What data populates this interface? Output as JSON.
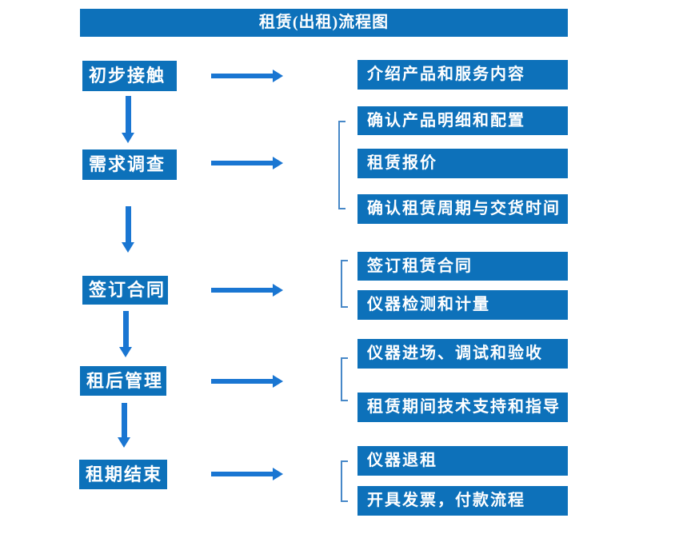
{
  "title": "租赁(出租)流程图",
  "colors": {
    "box_blue": "#0d71ba",
    "arrow_blue": "#1a76d2",
    "bracket_blue": "#4788c8",
    "text_white": "#ffffff",
    "background": "#ffffff"
  },
  "flow": [
    {
      "step": "初步接触",
      "details": [
        "介绍产品和服务内容"
      ]
    },
    {
      "step": "需求调查",
      "details": [
        "确认产品明细和配置",
        "租赁报价",
        "确认租赁周期与交货时间"
      ]
    },
    {
      "step": "签订合同",
      "details": [
        "签订租赁合同",
        "仪器检测和计量"
      ]
    },
    {
      "step": "租后管理",
      "details": [
        "仪器进场、调试和验收",
        "租赁期间技术支持和指导"
      ]
    },
    {
      "step": "租期结束",
      "details": [
        "仪器退租",
        "开具发票，付款流程"
      ]
    }
  ]
}
